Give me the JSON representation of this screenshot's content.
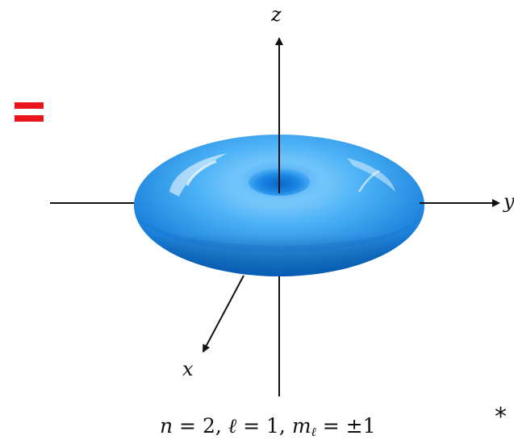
{
  "axes": {
    "z_label": "z",
    "y_label": "y",
    "x_label": "x"
  },
  "caption": {
    "n_symbol": "n",
    "n_value": " = 2, ",
    "l_symbol": "ℓ",
    "l_value": " = 1, ",
    "m_symbol": "m",
    "m_sub": "ℓ",
    "m_value": " = ±1"
  },
  "side_mark": "*",
  "equals_sign": {
    "color": "#e8151b"
  },
  "torus": {
    "colors": {
      "light": "#8fd2ff",
      "mid": "#3aa6f2",
      "dark": "#0a6fd1"
    }
  }
}
